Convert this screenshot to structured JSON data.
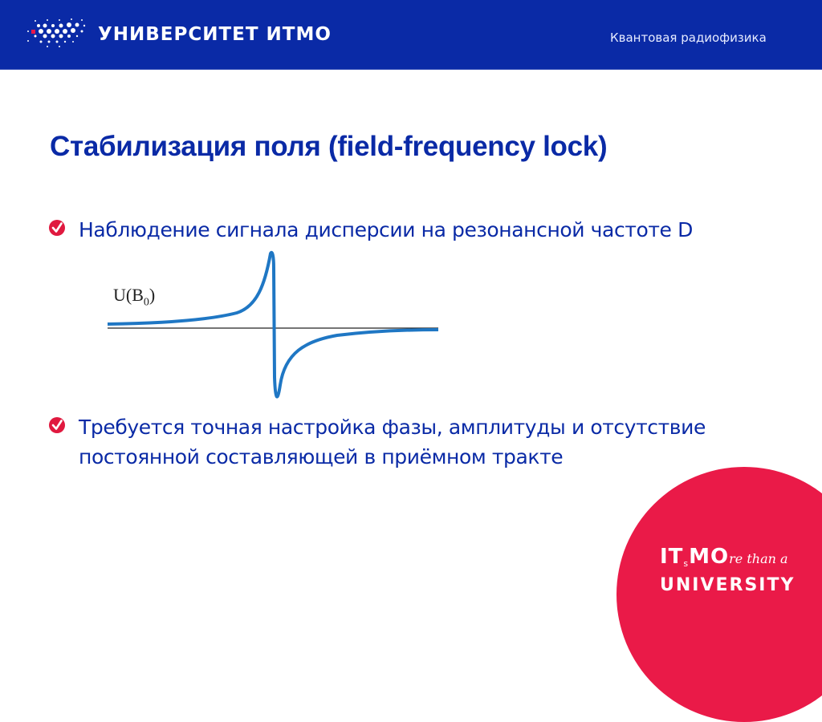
{
  "header": {
    "logo_text": "УНИВЕРСИТЕТ ИТМО",
    "course_name": "Квантовая радиофизика",
    "background_color": "#0a2aa6",
    "accent_dot_color": "#e8174a"
  },
  "slide": {
    "title": "Стабилизация поля (field-frequency lock)",
    "bullets": [
      {
        "icon": "check-circle-icon",
        "text": "Наблюдение сигнала дисперсии на резонансной частоте D"
      },
      {
        "icon": "check-circle-icon",
        "text": "Требуется точная настройка фазы, амплитуды и отсутствие постоянной составляющей в приёмном тракте"
      }
    ],
    "figure": {
      "label_main": "U(B",
      "label_sub": "0",
      "label_close": ")",
      "curve_color": "#1f77c4",
      "axis_color": "#222222",
      "description": "dispersion signal curve"
    }
  },
  "footer_brand": {
    "line1_a": "IT",
    "line1_s": "s",
    "line1_b": "MO",
    "line1_tag": "re than a",
    "line2": "UNIVERSITY",
    "circle_color": "#ea1a48"
  }
}
